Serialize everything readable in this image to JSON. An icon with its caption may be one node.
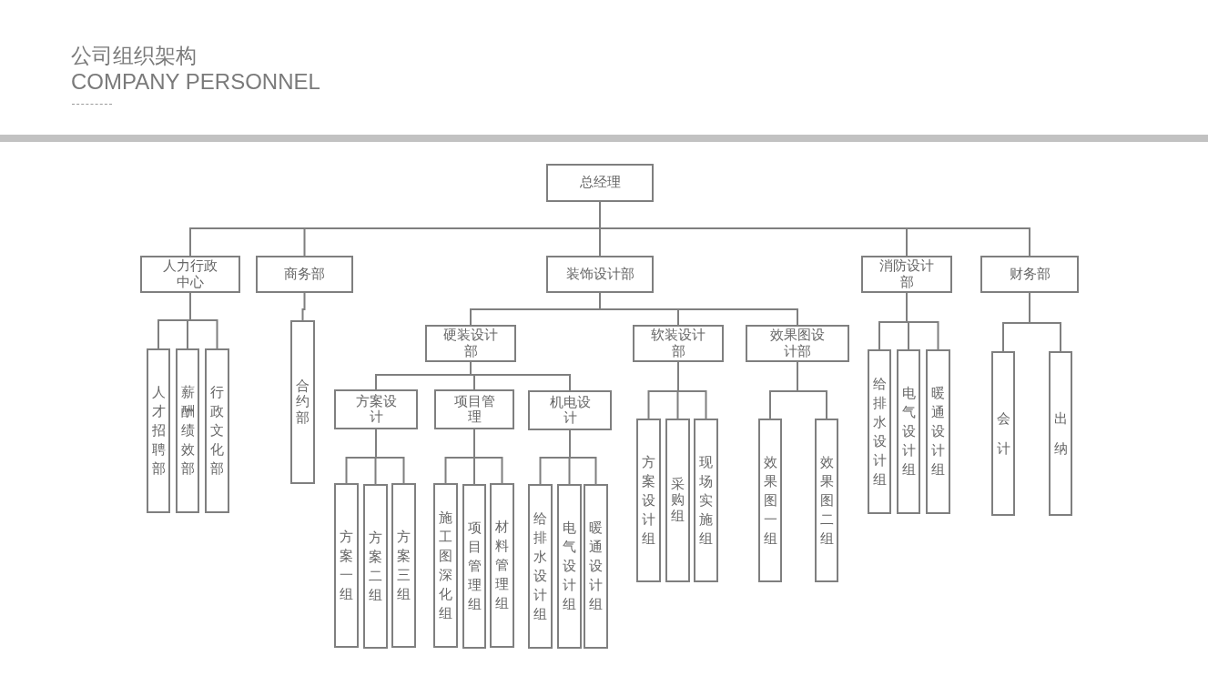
{
  "diagram": {
    "title": "公司组织架构",
    "nodes": [
      {
        "text": [
          "总经理"
        ]
      },
      {
        "text": [
          "人力行政中心"
        ]
      },
      {
        "text": [
          "商务部"
        ]
      },
      {
        "text": [
          "装饰设计部"
        ]
      },
      {
        "text": [
          "消防设计部"
        ]
      },
      {
        "text": [
          "财务部"
        ]
      },
      {
        "text": [
          "人才招聘部"
        ]
      },
      {
        "text": [
          "薪酬绩效部"
        ]
      },
      {
        "text": [
          "行政文化部"
        ]
      },
      {
        "text": [
          "合约部"
        ]
      },
      {
        "text": [
          "硬装设计部"
        ]
      },
      {
        "text": [
          "软装设计部"
        ]
      },
      {
        "text": [
          "效果图设计部"
        ]
      },
      {
        "text": [
          "方案设计"
        ]
      },
      {
        "text": [
          "项目管理"
        ]
      },
      {
        "text": [
          "机电设计"
        ]
      },
      {
        "text": [
          "方案一组"
        ]
      },
      {
        "text": [
          "方案二组"
        ]
      },
      {
        "text": [
          "方案三组"
        ]
      },
      {
        "text": [
          "施工图深化组"
        ]
      },
      {
        "text": [
          "项目管理组"
        ]
      },
      {
        "text": [
          "材料管理组"
        ]
      },
      {
        "text": [
          "给排水设计组"
        ]
      },
      {
        "text": [
          "电气设计组"
        ]
      },
      {
        "text": [
          "暖通设计组"
        ]
      },
      {
        "text": [
          "方案设计组"
        ]
      },
      {
        "text": [
          "采购组"
        ]
      },
      {
        "text": [
          "现场实施组"
        ]
      },
      {
        "text": [
          "效果图一组"
        ]
      },
      {
        "text": [
          "效果图二组"
        ]
      },
      {
        "text": [
          "给排水设计组"
        ]
      },
      {
        "text": [
          "电气设计组"
        ]
      },
      {
        "text": [
          "暖通设计组"
        ]
      },
      {
        "text": [
          "会计"
        ]
      },
      {
        "text": [
          "出纳"
        ]
      }
    ],
    "edges": [
      {
        "from": 0,
        "to": 1,
        "arrow": "none"
      },
      {
        "from": 0,
        "to": 2,
        "arrow": "none"
      },
      {
        "from": 0,
        "to": 3,
        "arrow": "none"
      },
      {
        "from": 0,
        "to": 4,
        "arrow": "none"
      },
      {
        "from": 0,
        "to": 5,
        "arrow": "none"
      },
      {
        "from": 1,
        "to": 6,
        "arrow": "none"
      },
      {
        "from": 1,
        "to": 7,
        "arrow": "none"
      },
      {
        "from": 1,
        "to": 8,
        "arrow": "none"
      },
      {
        "from": 2,
        "to": 9,
        "arrow": "none"
      },
      {
        "from": 3,
        "to": 10,
        "arrow": "none"
      },
      {
        "from": 3,
        "to": 11,
        "arrow": "none"
      },
      {
        "from": 3,
        "to": 12,
        "arrow": "none"
      },
      {
        "from": 10,
        "to": 13,
        "arrow": "none"
      },
      {
        "from": 10,
        "to": 14,
        "arrow": "none"
      },
      {
        "from": 10,
        "to": 15,
        "arrow": "none"
      },
      {
        "from": 13,
        "to": 16,
        "arrow": "none"
      },
      {
        "from": 13,
        "to": 17,
        "arrow": "none"
      },
      {
        "from": 13,
        "to": 18,
        "arrow": "none"
      },
      {
        "from": 14,
        "to": 19,
        "arrow": "none"
      },
      {
        "from": 14,
        "to": 20,
        "arrow": "none"
      },
      {
        "from": 14,
        "to": 21,
        "arrow": "none"
      },
      {
        "from": 15,
        "to": 22,
        "arrow": "none"
      },
      {
        "from": 15,
        "to": 23,
        "arrow": "none"
      },
      {
        "from": 15,
        "to": 24,
        "arrow": "none"
      },
      {
        "from": 11,
        "to": 25,
        "arrow": "none"
      },
      {
        "from": 11,
        "to": 26,
        "arrow": "none"
      },
      {
        "from": 11,
        "to": 27,
        "arrow": "none"
      },
      {
        "from": 12,
        "to": 28,
        "arrow": "none"
      },
      {
        "from": 12,
        "to": 29,
        "arrow": "none"
      },
      {
        "from": 4,
        "to": 30,
        "arrow": "none"
      },
      {
        "from": 4,
        "to": 31,
        "arrow": "none"
      },
      {
        "from": 4,
        "to": 32,
        "arrow": "none"
      },
      {
        "from": 5,
        "to": 33,
        "arrow": "none"
      },
      {
        "from": 5,
        "to": 34,
        "arrow": "none"
      }
    ],
    "labels": [
      "COMPANY PERSONNEL"
    ]
  }
}
